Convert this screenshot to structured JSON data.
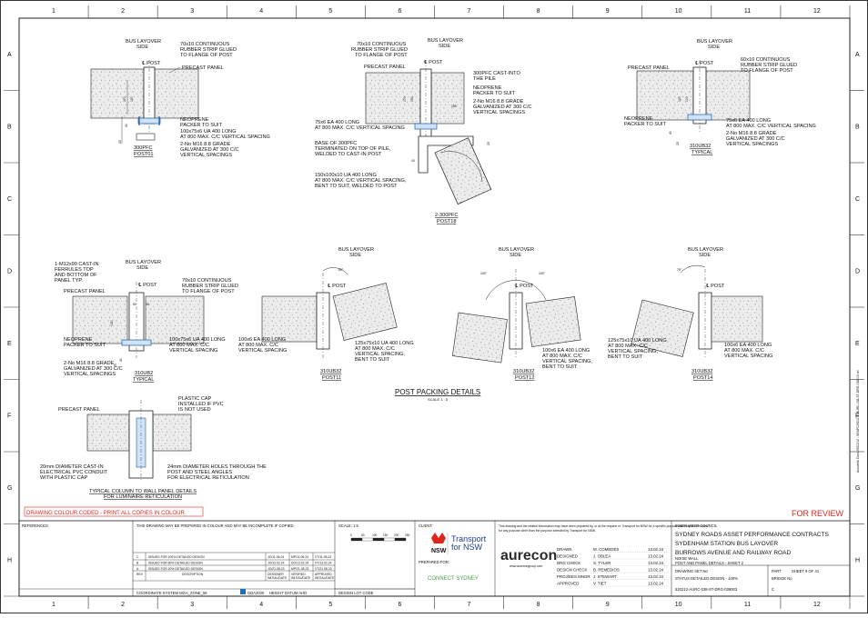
{
  "grid": {
    "columns": [
      "1",
      "2",
      "3",
      "4",
      "5",
      "6",
      "7",
      "8",
      "9",
      "10",
      "11",
      "12"
    ],
    "rows": [
      "A",
      "B",
      "C",
      "D",
      "E",
      "F",
      "G",
      "H"
    ]
  },
  "colors": {
    "accent_red": "#e0261b",
    "nsw_blue": "#1f3f8f",
    "aurecon_dark": "#2b2b2b",
    "connect_green": "#4aa24a"
  },
  "details": {
    "post01": {
      "bus_side": "BUS LAYOVER\nSIDE",
      "rubber": "70x10 CONTINUOUS\nRUBBER STRIP GLUED\nTO FLANGE OF POST",
      "post": "℄ POST",
      "panel": "PRECAST PANEL",
      "neoprene": "NEOPRENE\nPACKER TO SUIT",
      "ua": "100x75x6 UA 400 LONG\nAT 800 MAX. C/C VERTICAL SPACING",
      "bolts": "2-No M16 8.8 GRADE\nGALVANIZED AT 300 C/C\nVERTICAL SPACINGS",
      "dims": [
        "25",
        "40",
        "105",
        "150",
        "170"
      ],
      "section": "300PFC",
      "name": "POST01"
    },
    "post18": {
      "bus_side": "BUS LAYOVER\nSIDE",
      "rubber": "70x10 CONTINUOUS\nRUBBER STRIP GLUED\nTO FLANGE OF POST",
      "panel": "PRECAST PANEL",
      "pfc": "300PFC CAST-INTO\nTHE PILE",
      "neoprene": "NEOPRENE\nPACKER TO SUIT",
      "bolts": "2-No M16 8.8 GRADE\nGALVANIZED AT 300 C/C\nVERTICAL SPACINGS",
      "ea": "75x6 EA 400 LONG\nAT 800 MAX. C/C VERTICAL SPACING",
      "base": "BASE OF 300PFC\nTERMINATED ON TOP OF PILE,\nWELDED TO CAST-IN POST",
      "ua": "150x100x10 UA 400 LONG\nAT 800 MAX. C/C VERTICAL SPACING,\nBENT TO SUIT, WELDED TO POST",
      "dims": [
        "105",
        "150",
        "170",
        "25",
        "40",
        "100"
      ],
      "section": "2-300PFC",
      "name": "POST18"
    },
    "typical_top": {
      "bus_side": "BUS LAYOVER\nSIDE",
      "rubber": "60x10 CONTINUOUS\nRUBBER STRIP GLUED\nTO FLANGE OF POST",
      "panel": "PRECAST PANEL",
      "neoprene": "NEOPRENE\nPACKER TO SUIT",
      "ea": "75x6 EA 400 LONG\nAT 800 MAX. C/C VERTICAL SPACING",
      "bolts": "2-No M16 8.8 GRADE\nGALVANIZED AT 300 C/C\nVERTICAL SPACINGS",
      "dims": [
        "40",
        "25",
        "100",
        "120"
      ],
      "section": "310UB32",
      "name": "TYPICAL"
    },
    "typical_mid": {
      "ferrules": "1-M12x90 CAST-IN\nFERRULES TOP\nAND BOTTOM OF\nPANEL TYP.",
      "bus_side": "BUS LAYOVER\nSIDE",
      "rubber": "70x10 CONTINUOUS\nRUBBER STRIP GLUED\nTO FLANGE OF POST",
      "panel": "PRECAST PANEL",
      "neoprene": "NEOPRENE\nPACKER TO SUIT",
      "ua": "100x75x6 UA 400 LONG\nAT 800 MAX. C/C\nVERTICAL SPACING",
      "bolts": "2-No M16 8.8 GRADE\nGALVANIZED AT 300 C/C\nVERTICAL SPACINGS",
      "dims": [
        "50",
        "50",
        "40",
        "25"
      ],
      "section": "310UB2",
      "name": "TYPICAL"
    },
    "post11": {
      "bus_side": "BUS LAYOVER\nSIDE",
      "angle": "80°",
      "ea": "100x6 EA 400 LONG\nAT 800 MAX. C/C\nVERTICAL SPACING",
      "ua": "125x75x10 UA 400 LONG\nAT 800 MAX. C/C\nVERTICAL SPACING,\nBENT TO SUIT",
      "section": "310UB32",
      "name": "POST11"
    },
    "post12": {
      "bus_side": "BUS LAYOVER\nSIDE",
      "angles": [
        "100°",
        "100°"
      ],
      "ea": "100x6 EA 400 LONG\nAT 800 MAX. C/C\nVERTICAL SPACING,\nBENT TO SUIT",
      "section": "310UB32",
      "name": "POST12"
    },
    "post14": {
      "bus_side": "BUS LAYOVER\nSIDE",
      "angle": "75°",
      "ua": "125x75x10 UA 400 LONG\nAT 800 MAX. C/C\nVERTICAL SPACING,\nBENT TO SUIT",
      "ea": "100x6 EA 400 LONG\nAT 800 MAX. C/C\nVERTICAL SPACING",
      "section": "310UB32",
      "name": "POST14"
    },
    "packing_title": "POST PACKING DETAILS",
    "packing_scale": "SCALE 1 : 5",
    "column": {
      "panel": "PRECAST PANEL",
      "cap": "PLASTIC CAP\nINSTALLED IF PVC\nIS NOT USED",
      "conduit": "20mm DIAMETER CAST-IN\nELECTRICAL PVC CONDUIT\nWITH PLASTIC CAP",
      "holes": "24mm DIAMETER HOLES THROUGH THE\nPOST AND STEEL ANGLES\nFOR ELECTRICAL RETICULATION",
      "title": "TYPICAL COLUMN TO WALL PANEL DETAILS\nFOR LUMINAIRE RETICULATION"
    }
  },
  "notes": {
    "colour_coded": "DRAWING COLOUR CODED - PRINT ALL COPIES IN COLOUR",
    "for_review": "FOR REVIEW"
  },
  "title_block": {
    "references_label": "REFERENCES:",
    "print_note": "THIS DRAWING MAY BE PREPARED IN COLOUR AND MAY BE INCOMPLETE IF COPIED.",
    "revisions": [
      {
        "rev": "C",
        "desc": "ISSUED FOR 100% DETAILED DESIGN",
        "designer": "JO/11.06.24",
        "verified": "MP/11.06.24",
        "approved": "VT/11.06.24"
      },
      {
        "rev": "B",
        "desc": "ISSUED FOR 80% DETAILED DESIGN",
        "designer": "JO/13.02.24",
        "verified": "DO/13.02.24",
        "approved": "VT/13.02.24"
      },
      {
        "rev": "A",
        "desc": "ISSUED FOR 20% DETAILED DESIGN",
        "designer": "JO/21.08.23",
        "verified": "MP/21.08.23",
        "approved": "VT/21.08.23"
      }
    ],
    "rev_headers": [
      "REV",
      "DESCRIPTION",
      "DESIGNER\nINITIAL/DATE",
      "VERIFIED\nINITIAL/DATE",
      "APPROVED\nINITIAL/DATE"
    ],
    "coord_system": "COORDINATE SYSTEM MGA_ZONE_56",
    "gda": "GDA2020",
    "height_datum": "HEIGHT DATUM  AHD",
    "scale_label": "SCALE: 1:5",
    "scalebar_ticks": [
      "0",
      "50",
      "100",
      "150",
      "200",
      "250"
    ],
    "design_lot": "DESIGN LOT CODE",
    "client_label": "CLIENT:",
    "nsw_text": "NSW",
    "transport_text": "Transport\nfor NSW",
    "prepared_for": "PREPARED FOR:",
    "connect_sydney": "CONNECT SYDNEY",
    "aurecon": "aurecon",
    "aurecon_url": "www.aurecongroup.com",
    "people": [
      {
        "role": "DRAWN",
        "name": "M. COMEDES",
        "date": "13.02.24"
      },
      {
        "role": "DESIGNED",
        "name": "J. OBLEA",
        "date": "13.02.24"
      },
      {
        "role": "DRG CHECK",
        "name": "S. TYLER",
        "date": "13.02.24"
      },
      {
        "role": "DESIGN CHECK",
        "name": "B. REMEDIOS",
        "date": "13.02.24"
      },
      {
        "role": "PROJ/DES MNGR",
        "name": "J. STEWART",
        "date": "13.02.24"
      },
      {
        "role": "APPROVED",
        "name": "V. TIET",
        "date": "13.02.24"
      }
    ],
    "council": "INNER WEST COUNCIL",
    "project": "SYDNEY ROADS ASSET PERFORMANCE CONTRACTS",
    "project2": "SYDENHAM STATION BUS LAYOVER",
    "road": "BURROWS AVENUE AND RAILWAY ROAD",
    "subject1": "NOISE WALL",
    "subject2": "POST AND PANEL DETAILS - SHEET 2",
    "drawing_set": "DRAWING SET   No",
    "status": "STATUS DETAILED DESIGN - 100%",
    "drg_no": "520212-AURC-038-ST-DRG-038003",
    "part": "PART",
    "sheet": "SHEET  9  OF  41",
    "bridge_no": "BRIDGE No",
    "rev_value": "C"
  }
}
